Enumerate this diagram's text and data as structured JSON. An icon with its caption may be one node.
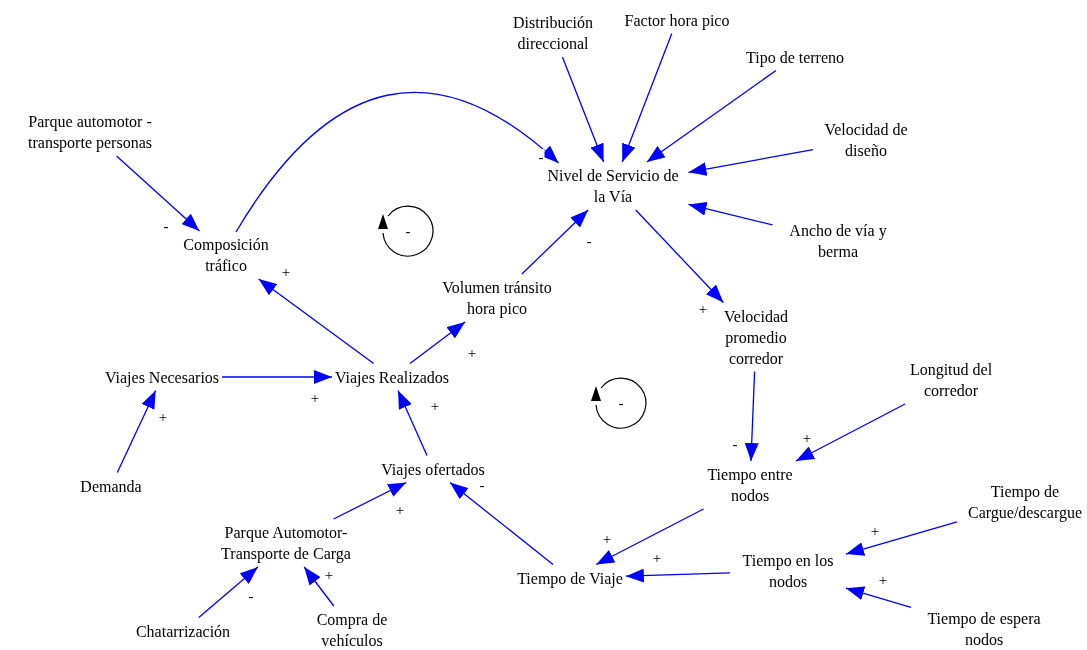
{
  "diagram": {
    "nodes": [
      {
        "text": [
          "Distribución direccional"
        ]
      },
      {
        "text": [
          "Factor hora pico"
        ]
      },
      {
        "text": [
          "Tipo de terreno"
        ]
      },
      {
        "text": [
          "Parque automotor - transporte personas"
        ]
      },
      {
        "text": [
          "Velocidad de diseño"
        ]
      },
      {
        "text": [
          "Nivel de Servicio de la Vía"
        ]
      },
      {
        "text": [
          "Ancho de vía y berma"
        ]
      },
      {
        "text": [
          "Composición tráfico"
        ]
      },
      {
        "text": [
          "Volumen tránsito hora pico"
        ]
      },
      {
        "text": [
          "Velocidad promedio corredor"
        ]
      },
      {
        "text": [
          "Viajes Necesarios"
        ]
      },
      {
        "text": [
          "Viajes Realizados"
        ]
      },
      {
        "text": [
          "Longitud del corredor"
        ]
      },
      {
        "text": [
          "Tiempo entre nodos"
        ]
      },
      {
        "text": [
          "Viajes ofertados"
        ]
      },
      {
        "text": [
          "Demanda"
        ]
      },
      {
        "text": [
          "Tiempo de Cargue/descargue"
        ]
      },
      {
        "text": [
          "Parque Automotor-Transporte de Carga"
        ]
      },
      {
        "text": [
          "Tiempo de Viaje"
        ]
      },
      {
        "text": [
          "Tiempo en los nodos"
        ]
      },
      {
        "text": [
          "Chatarrización"
        ]
      },
      {
        "text": [
          "Compra de vehículos"
        ]
      },
      {
        "text": [
          "Tiempo de espera nodos"
        ]
      }
    ],
    "edges": [
      {
        "from": 0,
        "to": 5,
        "arrow": "to"
      },
      {
        "from": 1,
        "to": 5,
        "arrow": "to"
      },
      {
        "from": 2,
        "to": 5,
        "arrow": "to"
      },
      {
        "from": 4,
        "to": 5,
        "arrow": "to"
      },
      {
        "from": 6,
        "to": 5,
        "arrow": "to"
      },
      {
        "from": 3,
        "to": 7,
        "arrow": "to",
        "label": "-"
      },
      {
        "from": 7,
        "to": 5,
        "arrow": "to",
        "label": "-"
      },
      {
        "from": 8,
        "to": 5,
        "arrow": "to",
        "label": "-"
      },
      {
        "from": 5,
        "to": 9,
        "arrow": "to",
        "label": "+"
      },
      {
        "from": 11,
        "to": 7,
        "arrow": "to",
        "label": "+"
      },
      {
        "from": 11,
        "to": 8,
        "arrow": "to",
        "label": "+"
      },
      {
        "from": 10,
        "to": 11,
        "arrow": "to",
        "label": "+"
      },
      {
        "from": 15,
        "to": 10,
        "arrow": "to",
        "label": "+"
      },
      {
        "from": 14,
        "to": 11,
        "arrow": "to",
        "label": "+"
      },
      {
        "from": 17,
        "to": 14,
        "arrow": "to",
        "label": "+"
      },
      {
        "from": 18,
        "to": 14,
        "arrow": "to",
        "label": "-"
      },
      {
        "from": 20,
        "to": 17,
        "arrow": "to",
        "label": "-"
      },
      {
        "from": 21,
        "to": 17,
        "arrow": "to",
        "label": "+"
      },
      {
        "from": 9,
        "to": 13,
        "arrow": "to",
        "label": "-"
      },
      {
        "from": 12,
        "to": 13,
        "arrow": "to",
        "label": "+"
      },
      {
        "from": 13,
        "to": 18,
        "arrow": "to",
        "label": "+"
      },
      {
        "from": 19,
        "to": 18,
        "arrow": "to",
        "label": "+"
      },
      {
        "from": 16,
        "to": 19,
        "arrow": "to",
        "label": "+"
      },
      {
        "from": 22,
        "to": 19,
        "arrow": "to",
        "label": "+"
      }
    ],
    "labels": [
      "-",
      "-"
    ]
  }
}
